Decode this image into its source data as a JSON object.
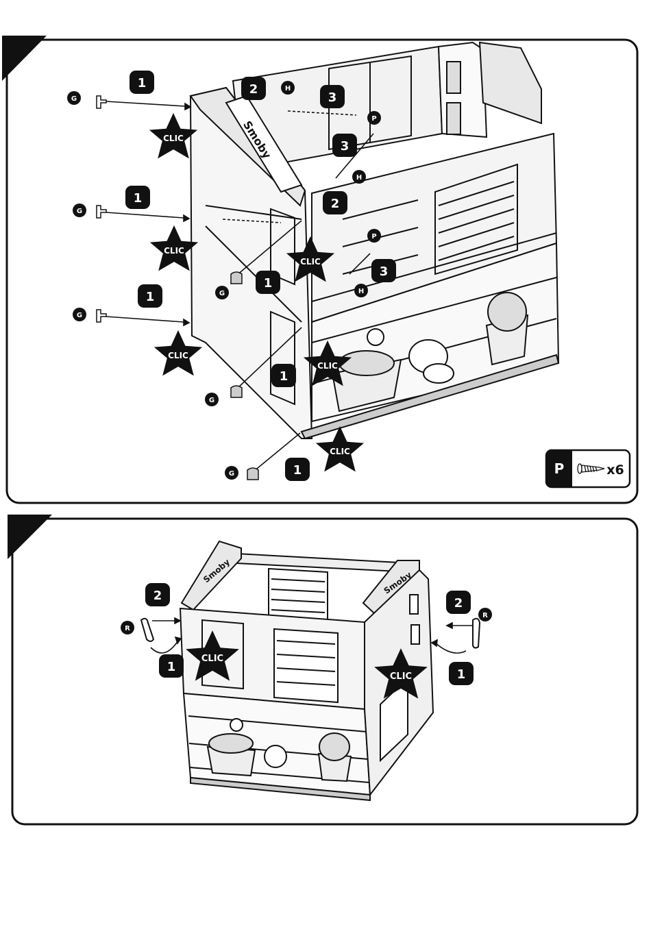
{
  "panel_top": {
    "callouts": {
      "step1": "1",
      "step2": "2",
      "step3": "3",
      "part_g": "G",
      "part_h": "H",
      "part_p": "P",
      "clic": "CLIC"
    },
    "brand_text": "Smoby",
    "parts_box": {
      "letter": "P",
      "quantity": "x6",
      "item": "screw-icon"
    }
  },
  "panel_bottom": {
    "callouts": {
      "step1": "1",
      "step2": "2",
      "part_r": "R",
      "clic": "CLIC"
    },
    "brand_text": "Smoby"
  },
  "colors": {
    "ink": "#111111",
    "paper": "#ffffff",
    "light": "#d0d0d0"
  }
}
